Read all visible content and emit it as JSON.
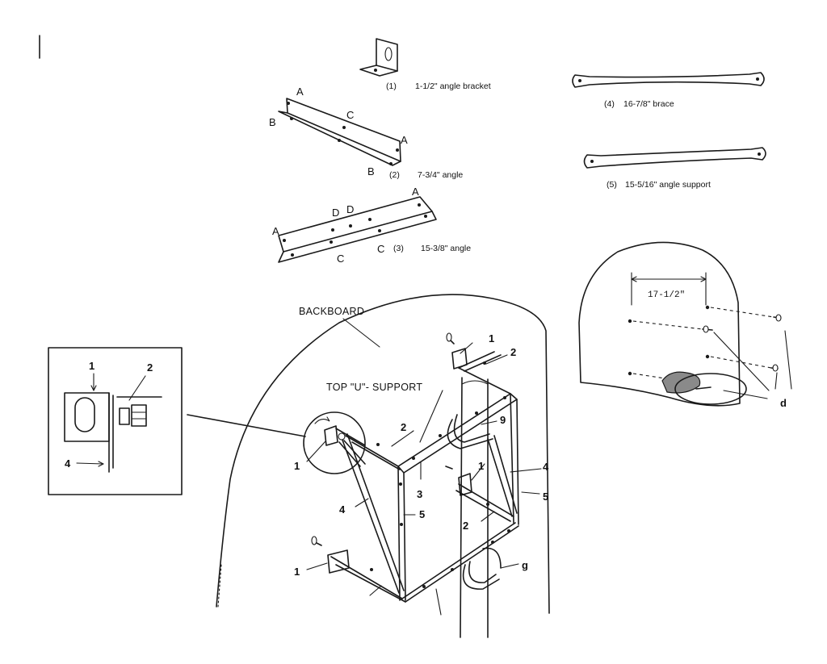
{
  "parts": [
    {
      "num": "(1)",
      "desc": "1-1/2\" angle bracket"
    },
    {
      "num": "(2)",
      "desc": "7-3/4\" angle"
    },
    {
      "num": "(3)",
      "desc": "15-3/8\" angle"
    },
    {
      "num": "(4)",
      "desc": "16-7/8\" brace"
    },
    {
      "num": "(5)",
      "desc": "15-5/16\" angle support"
    }
  ],
  "part_letters": {
    "a": "A",
    "b": "B",
    "c": "C",
    "d": "D"
  },
  "labels": {
    "backboard": "BACKBOARD",
    "top_u_support": "TOP \"U\"- SUPPORT",
    "dimension": "17-1/2\"",
    "hole_callout": "d"
  },
  "callouts": {
    "one": "1",
    "two": "2",
    "three": "3",
    "four": "4",
    "five": "5",
    "nine": "9",
    "g": "g"
  }
}
